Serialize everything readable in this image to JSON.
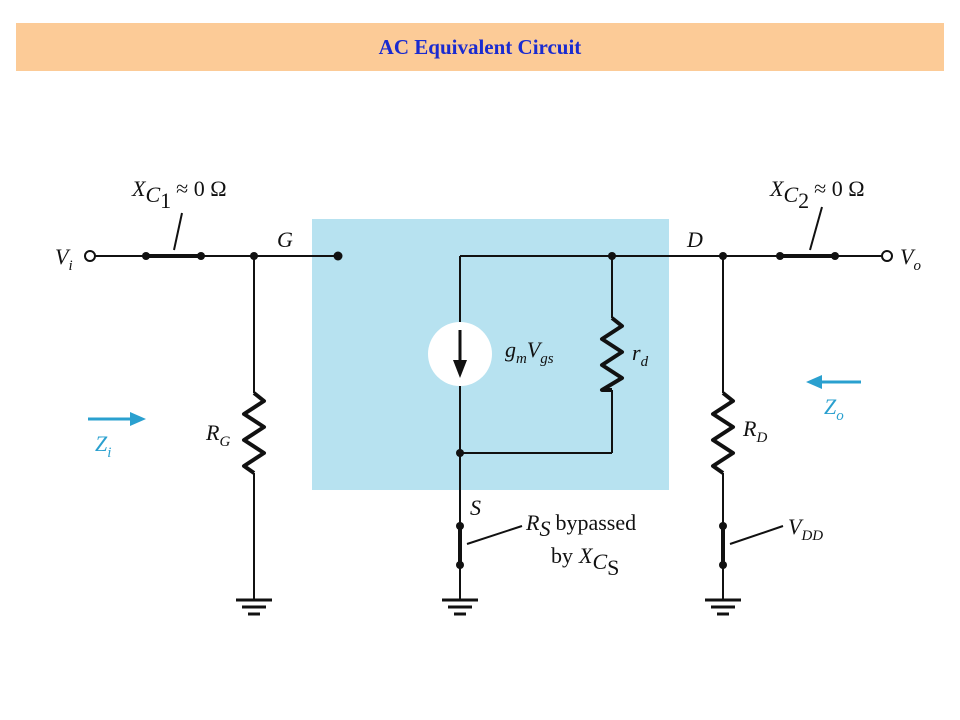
{
  "title": "AC Equivalent Circuit",
  "colors": {
    "title_background": "#fccb97",
    "title_text": "#1a2bd0",
    "fet_model_box": "#b7e2f0",
    "impedance_arrows": "#2aa0cf",
    "wires": "#111111"
  },
  "labels": {
    "vi": {
      "main": "V",
      "sub": "i"
    },
    "vo": {
      "main": "V",
      "sub": "o"
    },
    "gate": "G",
    "drain": "D",
    "source": "S",
    "xc1": {
      "main": "X",
      "sub": "C",
      "subsub": "1",
      "approx": "≈ 0 Ω"
    },
    "xc2": {
      "main": "X",
      "sub": "C",
      "subsub": "2",
      "approx": "≈ 0 Ω"
    },
    "rg": {
      "main": "R",
      "sub": "G"
    },
    "rd_big": {
      "main": "R",
      "sub": "D"
    },
    "rd_small": {
      "main": "r",
      "sub": "d"
    },
    "source_current": {
      "g": "g",
      "m": "m",
      "v": "V",
      "gs": "gs"
    },
    "zi": {
      "main": "Z",
      "sub": "i"
    },
    "zo": {
      "main": "Z",
      "sub": "o"
    },
    "rs_bypass": {
      "r": "R",
      "s": "S",
      "bypassed": "bypassed",
      "by": "by",
      "x": "X",
      "c": "C",
      "cs": "S"
    },
    "vdd": {
      "main": "V",
      "sub": "DD"
    }
  }
}
